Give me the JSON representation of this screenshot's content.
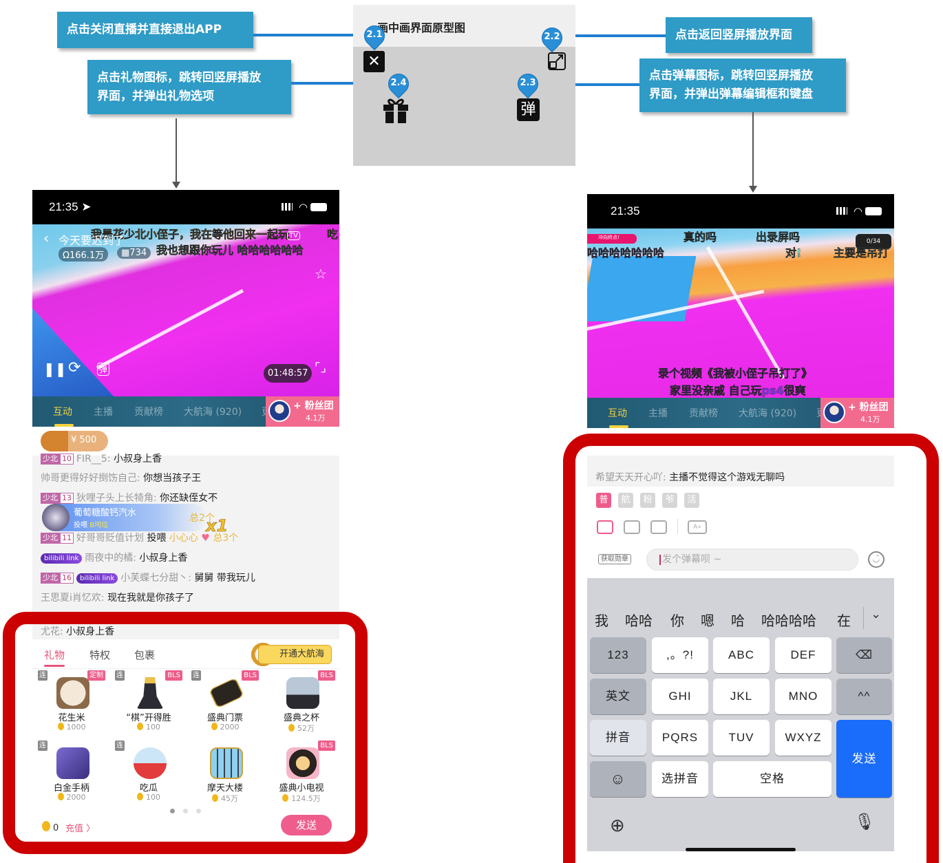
{
  "callouts": {
    "c21": "点击关闭直播并直接退出APP",
    "c24": "点击礼物图标，跳转回竖屏播放界面，并弹出礼物选项",
    "c24_line1": "点击礼物图标，跳转回竖屏播放",
    "c24_line2": "界面，并弹出礼物选项",
    "c22": "点击返回竖屏播放界面",
    "c23_line1": "点击弹幕图标，跳转回竖屏播放",
    "c23_line2": "界面，并弹出弹幕编辑框和键盘"
  },
  "prototype": {
    "title": "画中画界面原型图",
    "markers": [
      "2.1",
      "2.2",
      "2.3",
      "2.4"
    ],
    "icons": {
      "close": "close-icon",
      "expand": "expand-icon",
      "gift": "gift-icon",
      "danmu": "弹"
    },
    "accent": "#2f9bc7"
  },
  "left_phone": {
    "status": {
      "time": "21:35 ➤"
    },
    "video": {
      "room_title": "今天要迟到了",
      "viewers": "166.1万",
      "rank": "734",
      "tv_label": "TV",
      "danmaku": [
        "我是花少北小侄子，我在等他回来一起玩",
        "我也想跟你玩儿 哈哈哈哈哈哈",
        "吃",
        "你"
      ],
      "duration": "01:48:57",
      "controls": {
        "pause": "pause-icon",
        "refresh": "refresh-icon",
        "danmu": "弹"
      }
    },
    "tabs": [
      "互动",
      "主播",
      "贡献榜",
      "大航海 (920)",
      "更"
    ],
    "fan_club": {
      "label": "+ 粉丝团",
      "count": "4.1万"
    },
    "gift_pill": "¥ 500",
    "chat": [
      {
        "badge": "少北",
        "level": "10",
        "user": "FIR__5:",
        "msg": "小叔身上香"
      },
      {
        "user": "帅哥更得好好捯饬自己:",
        "msg": "你想当孩子王"
      },
      {
        "badge": "少北",
        "level": "13",
        "user": "狄哩子头上长犄角:",
        "msg": "你还缺侄女不"
      },
      {
        "user": "葡萄糖酸钙汽水",
        "action": "投喂",
        "gift": "B坷垃",
        "total": "总2个",
        "combo": "x1",
        "extra": "小心"
      },
      {
        "badge": "少北",
        "level": "11",
        "user": "好哥哥贬值计划",
        "action": "投喂",
        "gift": "小心心",
        "total": "总3个"
      },
      {
        "tag": "bilibili link",
        "user": "雨夜中的橘:",
        "msg": "小叔身上香"
      },
      {
        "badge": "少北",
        "level": "16",
        "tag": "bilibili link",
        "user": "小芙蝶七分甜丶:",
        "msg": "舅舅 带我玩儿"
      },
      {
        "user": "王思夏i肖忆欢:",
        "msg": "现在我就是你孩子了"
      },
      {
        "user": "尤花:",
        "msg": "小叔身上香"
      }
    ],
    "gift_panel": {
      "tabs": [
        "礼物",
        "特权",
        "包裹"
      ],
      "vip_button": "开通大航海",
      "gifts": [
        {
          "name": "花生米",
          "price": "1000",
          "tl": "连",
          "tr": "定制"
        },
        {
          "name": "“棋”开得胜",
          "price": "100",
          "tl": "连",
          "tr": "BLS"
        },
        {
          "name": "盛典门票",
          "price": "2000",
          "tl": "连",
          "tr": "BLS"
        },
        {
          "name": "盛典之杯",
          "price": "52万",
          "tl": "",
          "tr": "BLS"
        },
        {
          "name": "白金手柄",
          "price": "2000",
          "tl": "连",
          "tr": ""
        },
        {
          "name": "吃瓜",
          "price": "100",
          "tl": "连",
          "tr": ""
        },
        {
          "name": "摩天大楼",
          "price": "45万",
          "tl": "",
          "tr": ""
        },
        {
          "name": "盛典小电视",
          "price": "124.5万",
          "tl": "",
          "tr": "BLS"
        }
      ],
      "page_dots": 3,
      "balance": "0",
      "recharge": "充值 〉",
      "send": "发送"
    }
  },
  "right_phone": {
    "status": {
      "time": "21:35"
    },
    "video": {
      "danmaku": [
        "真的吗",
        "出录屏吗",
        "对!",
        "主要是吊打",
        "哈哈哈哈哈哈哈",
        "录个视频《我被小侄子吊打了》",
        "家里没亲戚 自己玩ps4很爽",
        "?"
      ],
      "hud_left": "冲向终点!",
      "hud_right": "0/34"
    },
    "tabs": [
      "互动",
      "主播",
      "贡献榜",
      "大航海 (920)",
      "更"
    ],
    "fan_club": {
      "label": "+ 粉丝团",
      "count": "4.1万"
    },
    "chat_last": {
      "user": "希望天天开心吖:",
      "msg": "主播不觉得这个游戏无聊吗"
    },
    "danmu_modes": [
      "普",
      "航",
      "粉",
      "爷",
      "活"
    ],
    "medal_button": "获取勋章",
    "input_placeholder": "发个弹幕呗 ~",
    "keyboard": {
      "candidates": [
        "我",
        "哈哈",
        "你",
        "嗯",
        "哈",
        "哈哈哈哈",
        "在"
      ],
      "rows": [
        [
          "123",
          ",。?!",
          "ABC",
          "DEF",
          "⌫"
        ],
        [
          "英文",
          "GHI",
          "JKL",
          "MNO",
          "^^"
        ],
        [
          "拼音",
          "PQRS",
          "TUV",
          "WXYZ"
        ],
        [
          "☺",
          "选拼音",
          "空格"
        ]
      ],
      "send": "发送"
    }
  }
}
